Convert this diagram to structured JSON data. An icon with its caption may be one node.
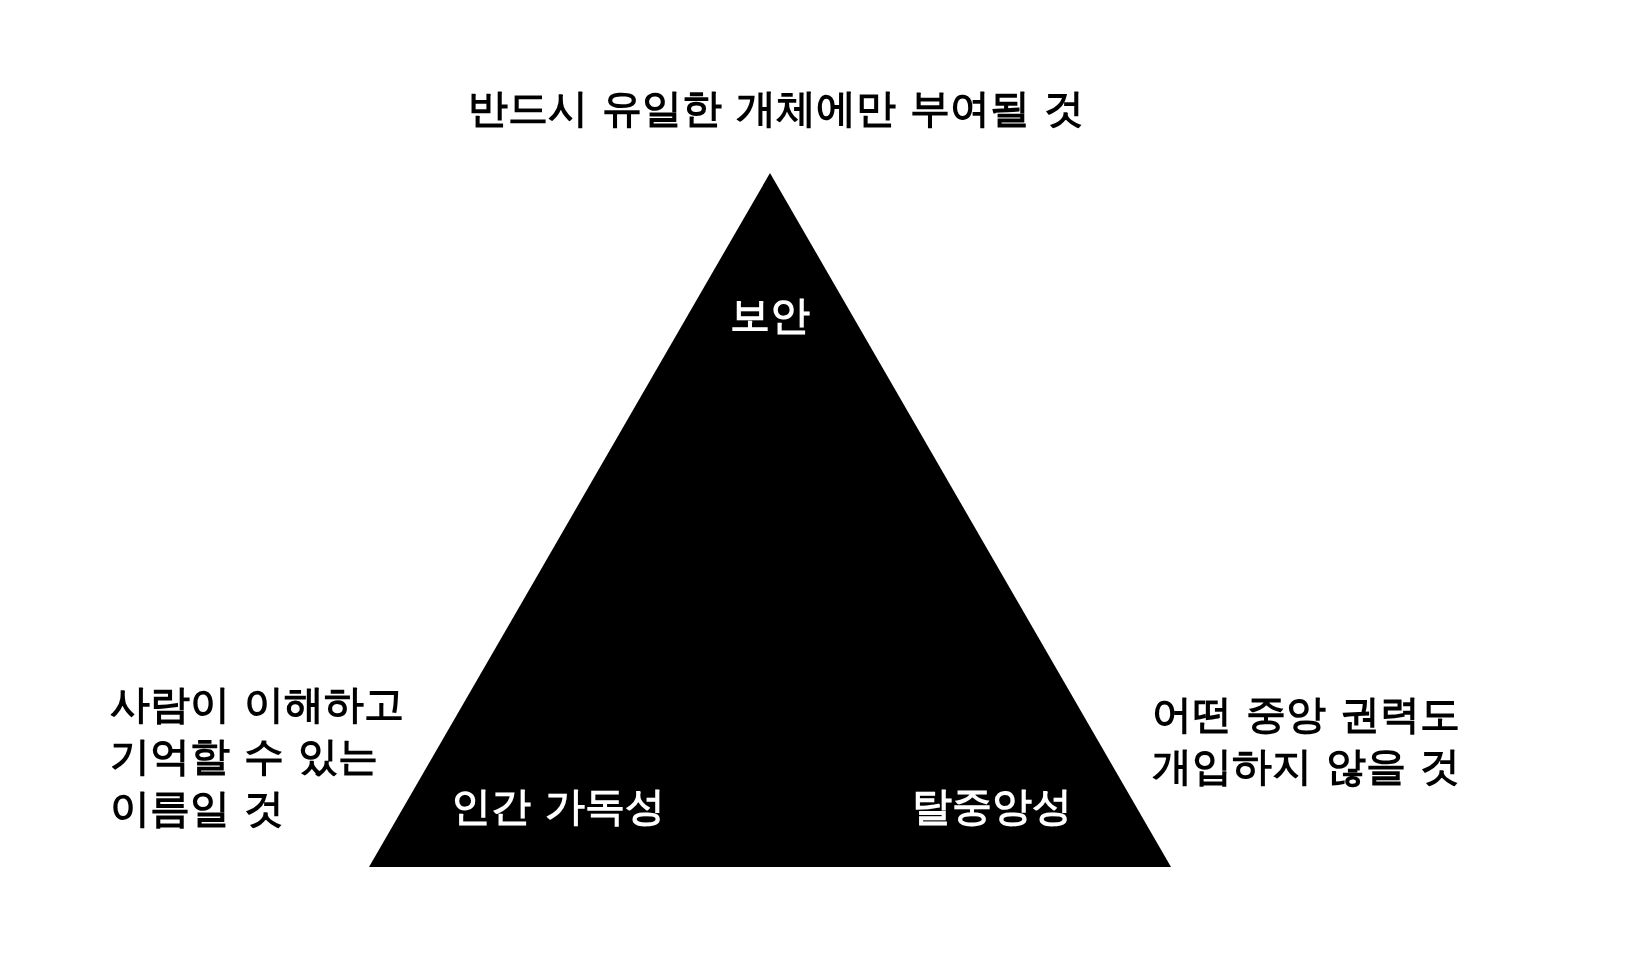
{
  "diagram": {
    "nodes": [
      {
        "text": [
          "보안",
          "인간 가독성",
          "탈중앙성"
        ]
      }
    ],
    "labels": [
      "반드시 유일한 개체에만 부여될 것",
      "사람이 이해하고 기억할 수 있는 이름일 것",
      "어떤 중앙 권력도 개입하지 않을 것"
    ]
  }
}
